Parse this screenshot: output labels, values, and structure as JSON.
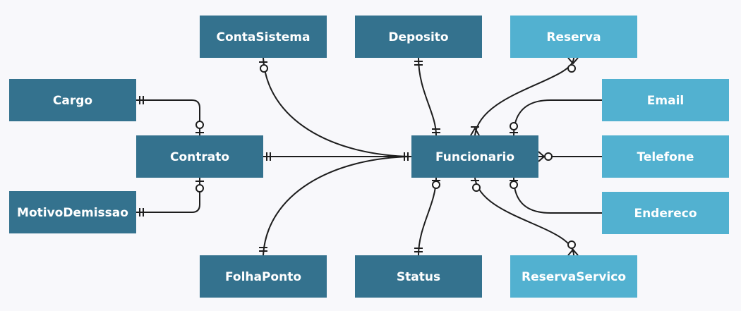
{
  "colors": {
    "background": "#f8f8fb",
    "entity_dark": "#34728e",
    "entity_light": "#52b1d0",
    "line": "#1d1d1d",
    "text": "#ffffff"
  },
  "entities": {
    "conta_sistema": "ContaSistema",
    "deposito": "Deposito",
    "reserva": "Reserva",
    "cargo": "Cargo",
    "email": "Email",
    "contrato": "Contrato",
    "funcionario": "Funcionario",
    "telefone": "Telefone",
    "motivo_demissao": "MotivoDemissao",
    "endereco": "Endereco",
    "folha_ponto": "FolhaPonto",
    "status": "Status",
    "reserva_servico": "ReservaServico"
  },
  "relationships": [
    {
      "from": "Cargo",
      "from_end": "one-mandatory",
      "to": "Contrato",
      "to_end": "zero-or-one"
    },
    {
      "from": "MotivoDemissao",
      "from_end": "one-mandatory",
      "to": "Contrato",
      "to_end": "zero-or-one"
    },
    {
      "from": "Contrato",
      "from_end": "one-mandatory",
      "to": "Funcionario",
      "to_end": "one-mandatory"
    },
    {
      "from": "ContaSistema",
      "from_end": "zero-or-one",
      "to": "Funcionario",
      "to_end": "one-mandatory"
    },
    {
      "from": "FolhaPonto",
      "from_end": "one-mandatory",
      "to": "Funcionario",
      "to_end": "one-mandatory"
    },
    {
      "from": "Deposito",
      "from_end": "one-mandatory",
      "to": "Funcionario",
      "to_end": "one-mandatory"
    },
    {
      "from": "Status",
      "from_end": "one-mandatory",
      "to": "Funcionario",
      "to_end": "zero-or-one"
    },
    {
      "from": "Reserva",
      "from_end": "zero-or-many",
      "to": "Funcionario",
      "to_end": "one-or-many"
    },
    {
      "from": "Email",
      "from_end": "none",
      "to": "Funcionario",
      "to_end": "zero-or-one"
    },
    {
      "from": "Telefone",
      "from_end": "none",
      "to": "Funcionario",
      "to_end": "zero-or-many"
    },
    {
      "from": "Endereco",
      "from_end": "none",
      "to": "Funcionario",
      "to_end": "zero-or-one"
    },
    {
      "from": "ReservaServico",
      "from_end": "zero-or-many",
      "to": "Funcionario",
      "to_end": "zero-or-one"
    }
  ]
}
